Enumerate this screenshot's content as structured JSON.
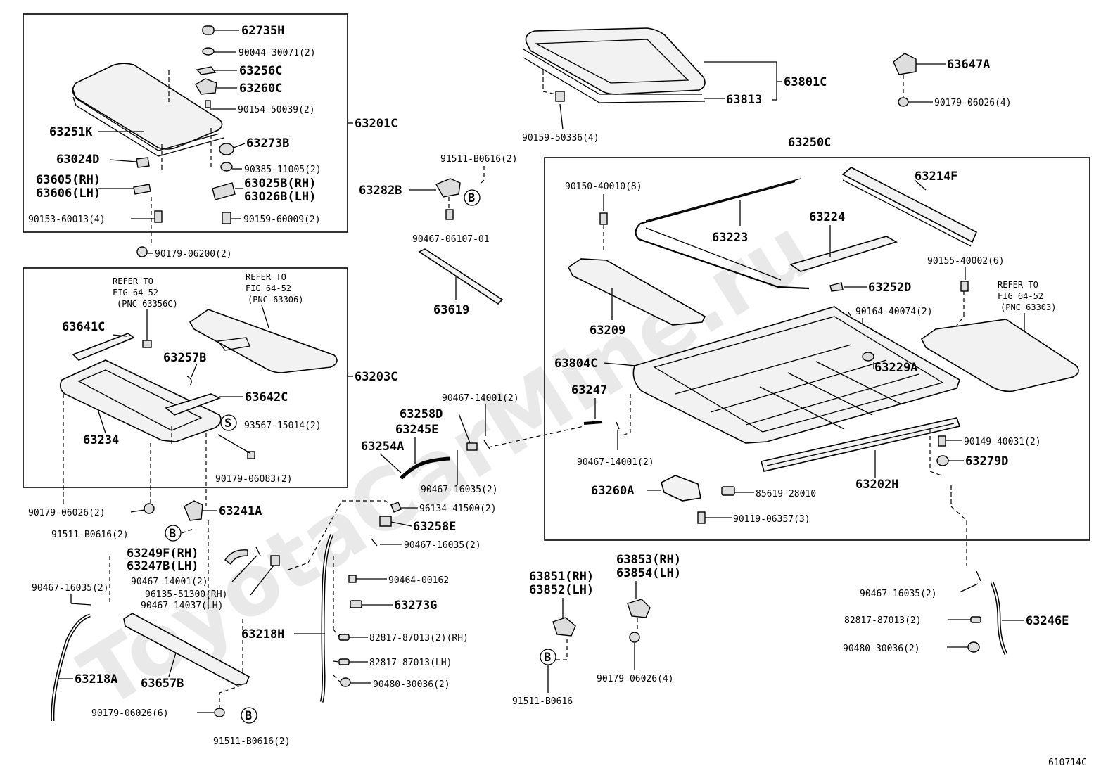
{
  "watermark": "ToyotaCarMine.ru",
  "figure_code": "610714C",
  "group_labels": {
    "g63201C": "63201C",
    "g63203C": "63203C",
    "g63250C": "63250C",
    "g63801C": "63801C"
  },
  "refer_notes": {
    "n1": [
      "REFER TO",
      "FIG 64-52",
      "(PNC 63356C)"
    ],
    "n2": [
      "REFER TO",
      "FIG 64-52",
      "(PNC 63306)"
    ],
    "n3": [
      "REFER TO",
      "FIG 64-52",
      "(PNC 63303)"
    ]
  },
  "callouts": {
    "b1": "B",
    "b2": "B",
    "b3": "B",
    "b4": "B",
    "s1": "S"
  },
  "labels": {
    "p62735H": "62735H",
    "p90044": "90044-30071(2)",
    "p63256C": "63256C",
    "p63260C": "63260C",
    "p90154": "90154-50039(2)",
    "p63251K": "63251K",
    "p63273B": "63273B",
    "p63024D": "63024D",
    "p90385": "90385-11005(2)",
    "p63605": "63605(RH)",
    "p63606": "63606(LH)",
    "p63025B": "63025B(RH)",
    "p63026B": "63026B(LH)",
    "p90153": "90153-60013(4)",
    "p90159a": "90159-60009(2)",
    "p90179a": "90179-06200(2)",
    "p63641C": "63641C",
    "p63257B": "63257B",
    "p63642C": "63642C",
    "p63234": "63234",
    "p93567": "93567-15014(2)",
    "p90179b": "90179-06083(2)",
    "p90179c": "90179-06026(2)",
    "p63241A": "63241A",
    "p91511a": "91511-B0616(2)",
    "p63249F": "63249F(RH)",
    "p63247B": "63247B(LH)",
    "p90467a": "90467-14001(2)",
    "p96135": "96135-51300(RH)",
    "p90467b": "90467-14037(LH)",
    "p90467c": "90467-16035(2)",
    "p63218A": "63218A",
    "p63657B": "63657B",
    "p90179d": "90179-06026(6)",
    "p91511b": "91511-B0616(2)",
    "p63218H": "63218H",
    "p90159b": "90159-50336(4)",
    "p63813": "63813",
    "p63647A": "63647A",
    "p90179e": "90179-06026(4)",
    "p91511c": "91511-B0616(2)",
    "p63282B": "63282B",
    "p90467d": "90467-06107-01",
    "p63619": "63619",
    "p90467e": "90467-14001(2)",
    "p63258D": "63258D",
    "p63245E": "63245E",
    "p63254A": "63254A",
    "p90467f": "90467-16035(2)",
    "p96134": "96134-41500(2)",
    "p63258E": "63258E",
    "p90467g": "90467-16035(2)",
    "p90464": "90464-00162",
    "p63273G": "63273G",
    "p82817a": "82817-87013(2)(RH)",
    "p82817b": "82817-87013(LH)",
    "p90480a": "90480-30036(2)",
    "p90150": "90150-40010(8)",
    "p63214F": "63214F",
    "p63223": "63223",
    "p63224": "63224",
    "p90155": "90155-40002(6)",
    "p63252D": "63252D",
    "p63209": "63209",
    "p90164": "90164-40074(2)",
    "p63804C": "63804C",
    "p63229A": "63229A",
    "p63247": "63247",
    "p90149": "90149-40031(2)",
    "p63279D": "63279D",
    "p90467h": "90467-14001(2)",
    "p63202H": "63202H",
    "p63260A": "63260A",
    "p85619": "85619-28010",
    "p90119": "90119-06357(3)",
    "p63851": "63851(RH)",
    "p63852": "63852(LH)",
    "p63853": "63853(RH)",
    "p63854": "63854(LH)",
    "p91511d": "91511-B0616",
    "p90179f": "90179-06026(4)",
    "p90467i": "90467-16035(2)",
    "p82817c": "82817-87013(2)",
    "p90480b": "90480-30036(2)",
    "p63246E": "63246E"
  }
}
